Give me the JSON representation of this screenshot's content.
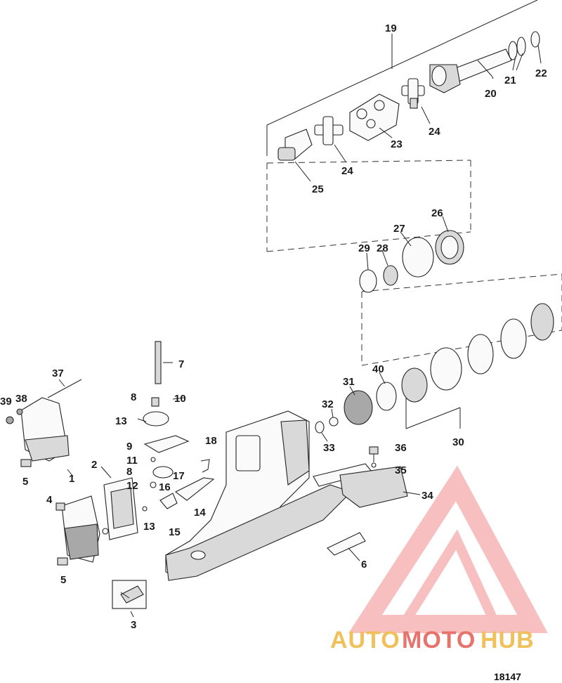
{
  "diagram": {
    "reference_number": "18147",
    "callouts": {
      "c1": "1",
      "c2": "2",
      "c3": "3",
      "c4": "4",
      "c5a": "5",
      "c5b": "5",
      "c6": "6",
      "c7": "7",
      "c8a": "8",
      "c8b": "8",
      "c9": "9",
      "c10": "10",
      "c11": "11",
      "c12": "12",
      "c13a": "13",
      "c13b": "13",
      "c14": "14",
      "c15": "15",
      "c16": "16",
      "c17": "17",
      "c18": "18",
      "c19": "19",
      "c20": "20",
      "c21": "21",
      "c22": "22",
      "c23": "23",
      "c24a": "24",
      "c24b": "24",
      "c25": "25",
      "c26": "26",
      "c27": "27",
      "c28": "28",
      "c29": "29",
      "c30": "30",
      "c31": "31",
      "c32": "32",
      "c33": "33",
      "c34": "34",
      "c35": "35",
      "c36": "36",
      "c37": "37",
      "c38": "38",
      "c39": "39",
      "c40": "40"
    }
  },
  "watermark": {
    "part1": "AUTO",
    "part2": "MOTO",
    "part3": "HUB",
    "logo_color": "#f28c8c",
    "text_color_primary": "#f0c05a",
    "text_color_secondary": "#e6746c"
  }
}
